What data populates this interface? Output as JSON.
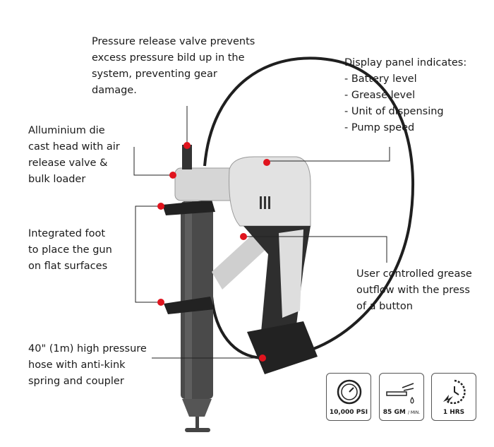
{
  "callouts": {
    "pressure_valve": "Pressure release valve prevents\nexcess pressure bild up in the\nsystem, preventing gear\ndamage.",
    "display_panel": "Display panel indicates:\n- Battery level\n- Grease level\n- Unit of dispensing\n- Pump speed",
    "die_cast_head": "Alluminium die\ncast head with air\nrelease valve &\nbulk loader",
    "integrated_foot": "Integrated foot\nto place the gun\non flat surfaces",
    "grease_outflow": "User controlled grease\noutflow with the press\nof a button",
    "hose": "40\" (1m) high pressure\nhose with anti-kink\nspring and coupler"
  },
  "badges": [
    {
      "icon": "pressure-gauge-icon",
      "label": "10,000 PSI"
    },
    {
      "icon": "grease-gun-drop-icon",
      "label": "85 GM",
      "unit": "/ MIN."
    },
    {
      "icon": "clock-charge-icon",
      "label": "1 HRS"
    }
  ],
  "colors": {
    "marker": "#e0141e",
    "body_grey": "#d9d9d9",
    "dark": "#2b2b2b"
  }
}
